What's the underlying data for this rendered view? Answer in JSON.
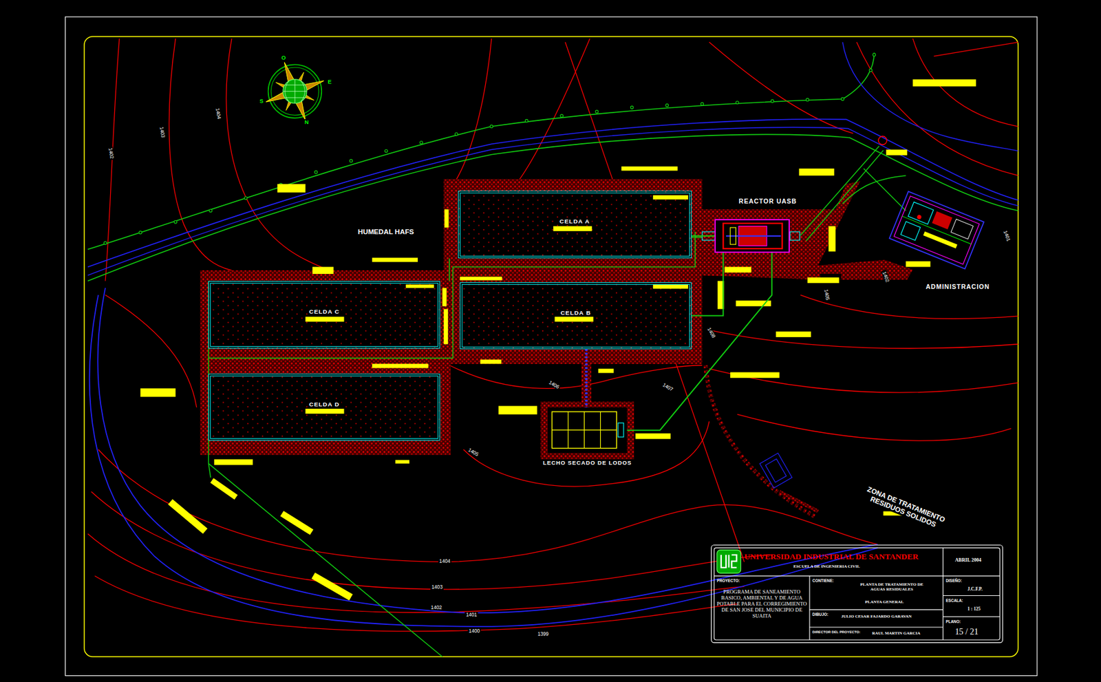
{
  "diagram": {
    "nodes": [
      {
        "text": [
          "CELDA A"
        ]
      },
      {
        "text": [
          "REACTOR UASB"
        ]
      },
      {
        "text": [
          "ADMINISTRACION"
        ]
      },
      {
        "text": [
          "CELDA C"
        ]
      },
      {
        "text": [
          "CELDA B"
        ]
      },
      {
        "text": [
          "CELDA D"
        ]
      },
      {
        "text": [
          "LECHO SECADO DE LODOS"
        ]
      }
    ],
    "edges": [
      {
        "from": 1,
        "to": 0,
        "arrow": "none"
      },
      {
        "from": 1,
        "to": 4,
        "arrow": "none"
      },
      {
        "from": 1,
        "to": 6,
        "arrow": "none"
      },
      {
        "from": 4,
        "to": 6,
        "arrow": "none"
      }
    ],
    "labels": [
      "HUMEDAL HAFS",
      "ZONA DE TRATAMIENTO RESIDUOS SOLIDOS",
      "O",
      "S",
      "N",
      "E",
      "1402",
      "1403",
      "1404",
      "1405",
      "1406",
      "1407",
      "1408",
      "1405",
      "1402",
      "1401",
      "1404",
      "1403",
      "1402",
      "1401",
      "1400",
      "1399",
      "UNIVERSIDAD INDUSTRIAL DE SANTANDER",
      "ESCUELA DE INGENIERIA CIVIL",
      "ABRIL 2004",
      "PROYECTO:",
      "PROGRAMA DE SANEAMIENTO BASICO, AMBIENTAL Y DE AGUA POTABLE PARA EL CORREGIMIENTO DE SAN JOSE DEL MUNICIPIO DE SUAITA",
      "CONTIENE:",
      "PLANTA DE TRATAMIENTO DE AGUAS RESIDUALES",
      "PLANTA GENERAL",
      "DIBUJO:",
      "JULIO CESAR FAJARDO GARAVAN",
      "DIRECTOR DEL PROYECTO:",
      "RAUL MARTIN GARCIA",
      "DISEÑO:",
      "J.C.F.P.",
      "ESCALA:",
      "1 : 125",
      "PLANO:",
      "15 / 21"
    ]
  }
}
